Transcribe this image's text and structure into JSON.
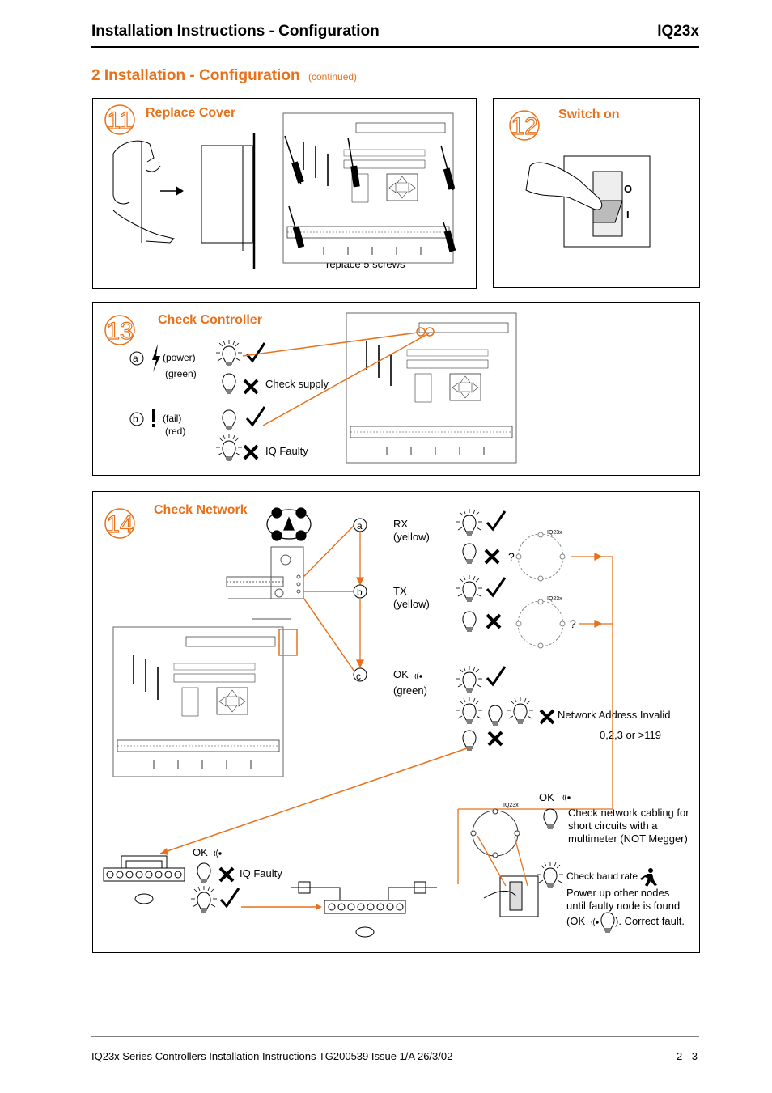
{
  "header": {
    "title": "Installation Instructions - Configuration",
    "model": "IQ23x"
  },
  "section": {
    "title": "2 Installation - Configuration",
    "note": "(continued)"
  },
  "step11": {
    "number": "11",
    "title": "Replace Cover",
    "caption": "replace 5 screws"
  },
  "step12": {
    "number": "12",
    "title": "Switch on",
    "switch_o": "O",
    "switch_i": "I"
  },
  "step13": {
    "number": "13",
    "title": "Check Controller",
    "a_letter": "a",
    "a_label": "(power)",
    "a_color": "(green)",
    "b_letter": "b",
    "b_label": "(fail)",
    "b_color": "(red)",
    "check_supply": "Check supply",
    "iq_faulty": "IQ Faulty"
  },
  "step14": {
    "number": "14",
    "title": "Check Network",
    "a_letter": "a",
    "rx": "RX",
    "rx_color": "(yellow)",
    "b_letter": "b",
    "tx": "TX",
    "tx_color": "(yellow)",
    "c_letter": "c",
    "ok": "OK",
    "ok_color": "(green)",
    "ring_label": "IQ23x",
    "question": "?",
    "addr_invalid": "Network Address Invalid",
    "addr_range": "0,2,3 or >119",
    "ok2": "OK",
    "check_cabling": [
      "Check network cabling for",
      "short circuits with a",
      "multimeter (NOT Megger)"
    ],
    "check_baud": "Check baud rate",
    "power_up": [
      "Power up other nodes",
      "until faulty node is found"
    ],
    "ok_fault_a": "(OK",
    "ok_fault_b": "). Correct fault.",
    "ok3": "OK",
    "iq_faulty": "IQ Faulty"
  },
  "footer": {
    "left": "IQ23x Series Controllers Installation Instructions TG200539 Issue 1/A 26/3/02",
    "right": "2 - 3"
  },
  "colors": {
    "accent": "#e8711a",
    "line": "#000000"
  }
}
